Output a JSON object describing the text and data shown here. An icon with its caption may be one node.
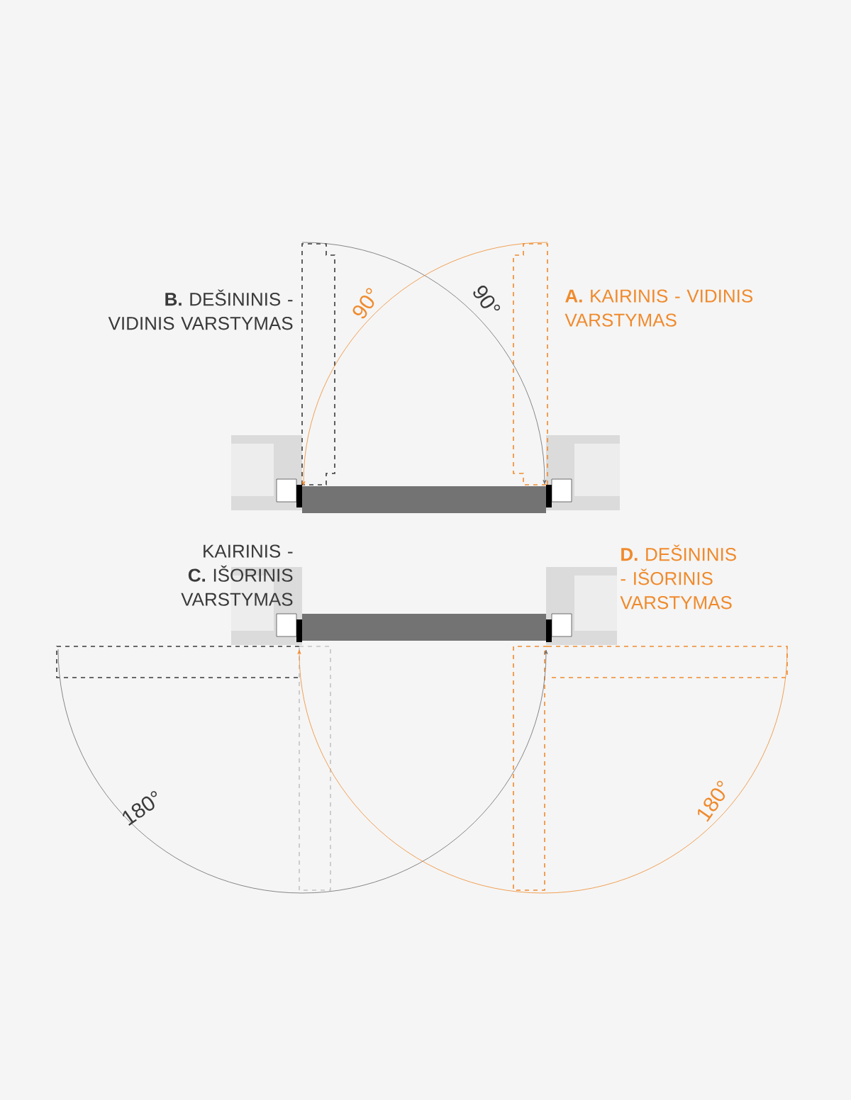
{
  "diagram": {
    "labels": [
      "**B.** DEŠININIS - VIDINIS VARSTYMAS",
      "90°",
      "90°",
      "**A.** KAIRINIS - VIDINIS VARSTYMAS",
      "KAIRINIS - **C.** IŠORINIS VARSTYMAS",
      "**D.** DEŠININIS - IŠORINIS VARSTYMAS",
      "180°",
      "180°"
    ]
  }
}
